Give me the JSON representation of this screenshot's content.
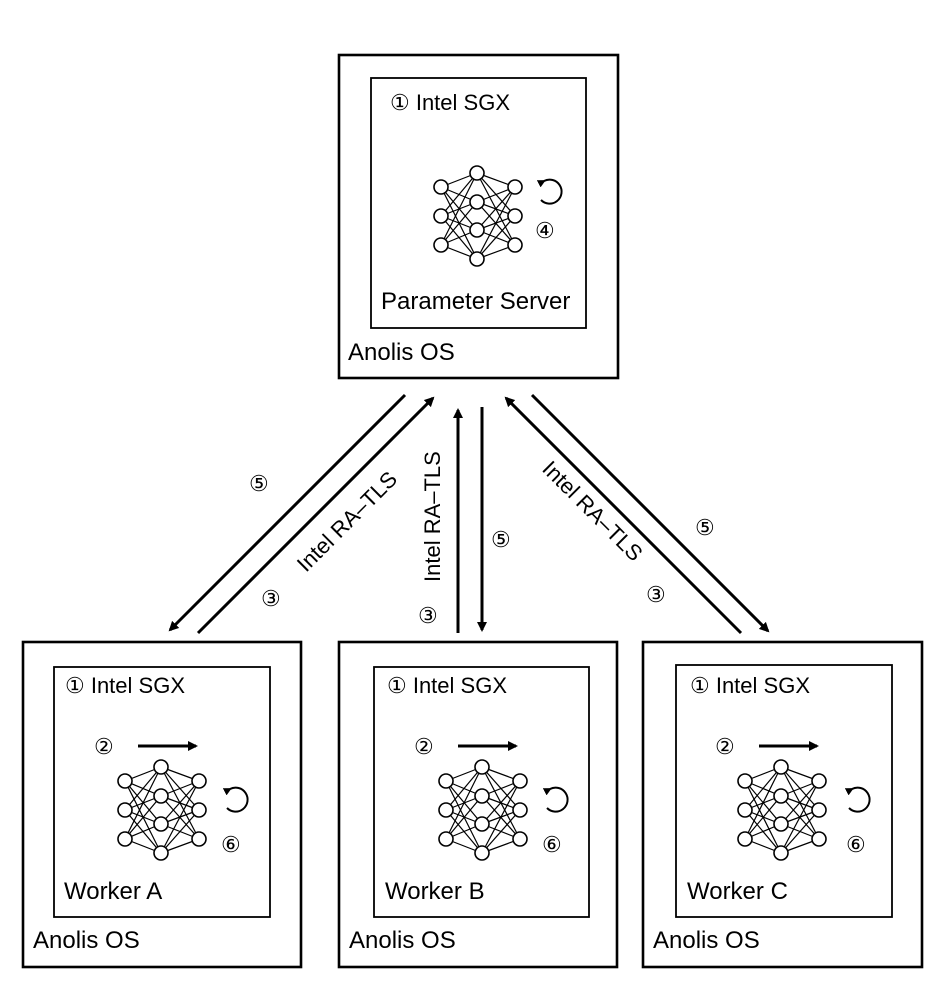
{
  "server": {
    "os_label": "Anolis OS",
    "enclave_label": "① Intel SGX",
    "name": "Parameter Server",
    "step_label": "④"
  },
  "workers": [
    {
      "os_label": "Anolis OS",
      "enclave_label": "① Intel SGX",
      "name": "Worker A",
      "input_step": "②",
      "loop_step": "⑥"
    },
    {
      "os_label": "Anolis OS",
      "enclave_label": "① Intel SGX",
      "name": "Worker B",
      "input_step": "②",
      "loop_step": "⑥"
    },
    {
      "os_label": "Anolis OS",
      "enclave_label": "① Intel SGX",
      "name": "Worker C",
      "input_step": "②",
      "loop_step": "⑥"
    }
  ],
  "links": [
    {
      "channel_label": "Intel RA–TLS",
      "up_step": "③",
      "down_step": "⑤"
    },
    {
      "channel_label": "Intel RA–TLS",
      "up_step": "③",
      "down_step": "⑤"
    },
    {
      "channel_label": "Intel RA–TLS",
      "up_step": "③",
      "down_step": "⑤"
    }
  ]
}
